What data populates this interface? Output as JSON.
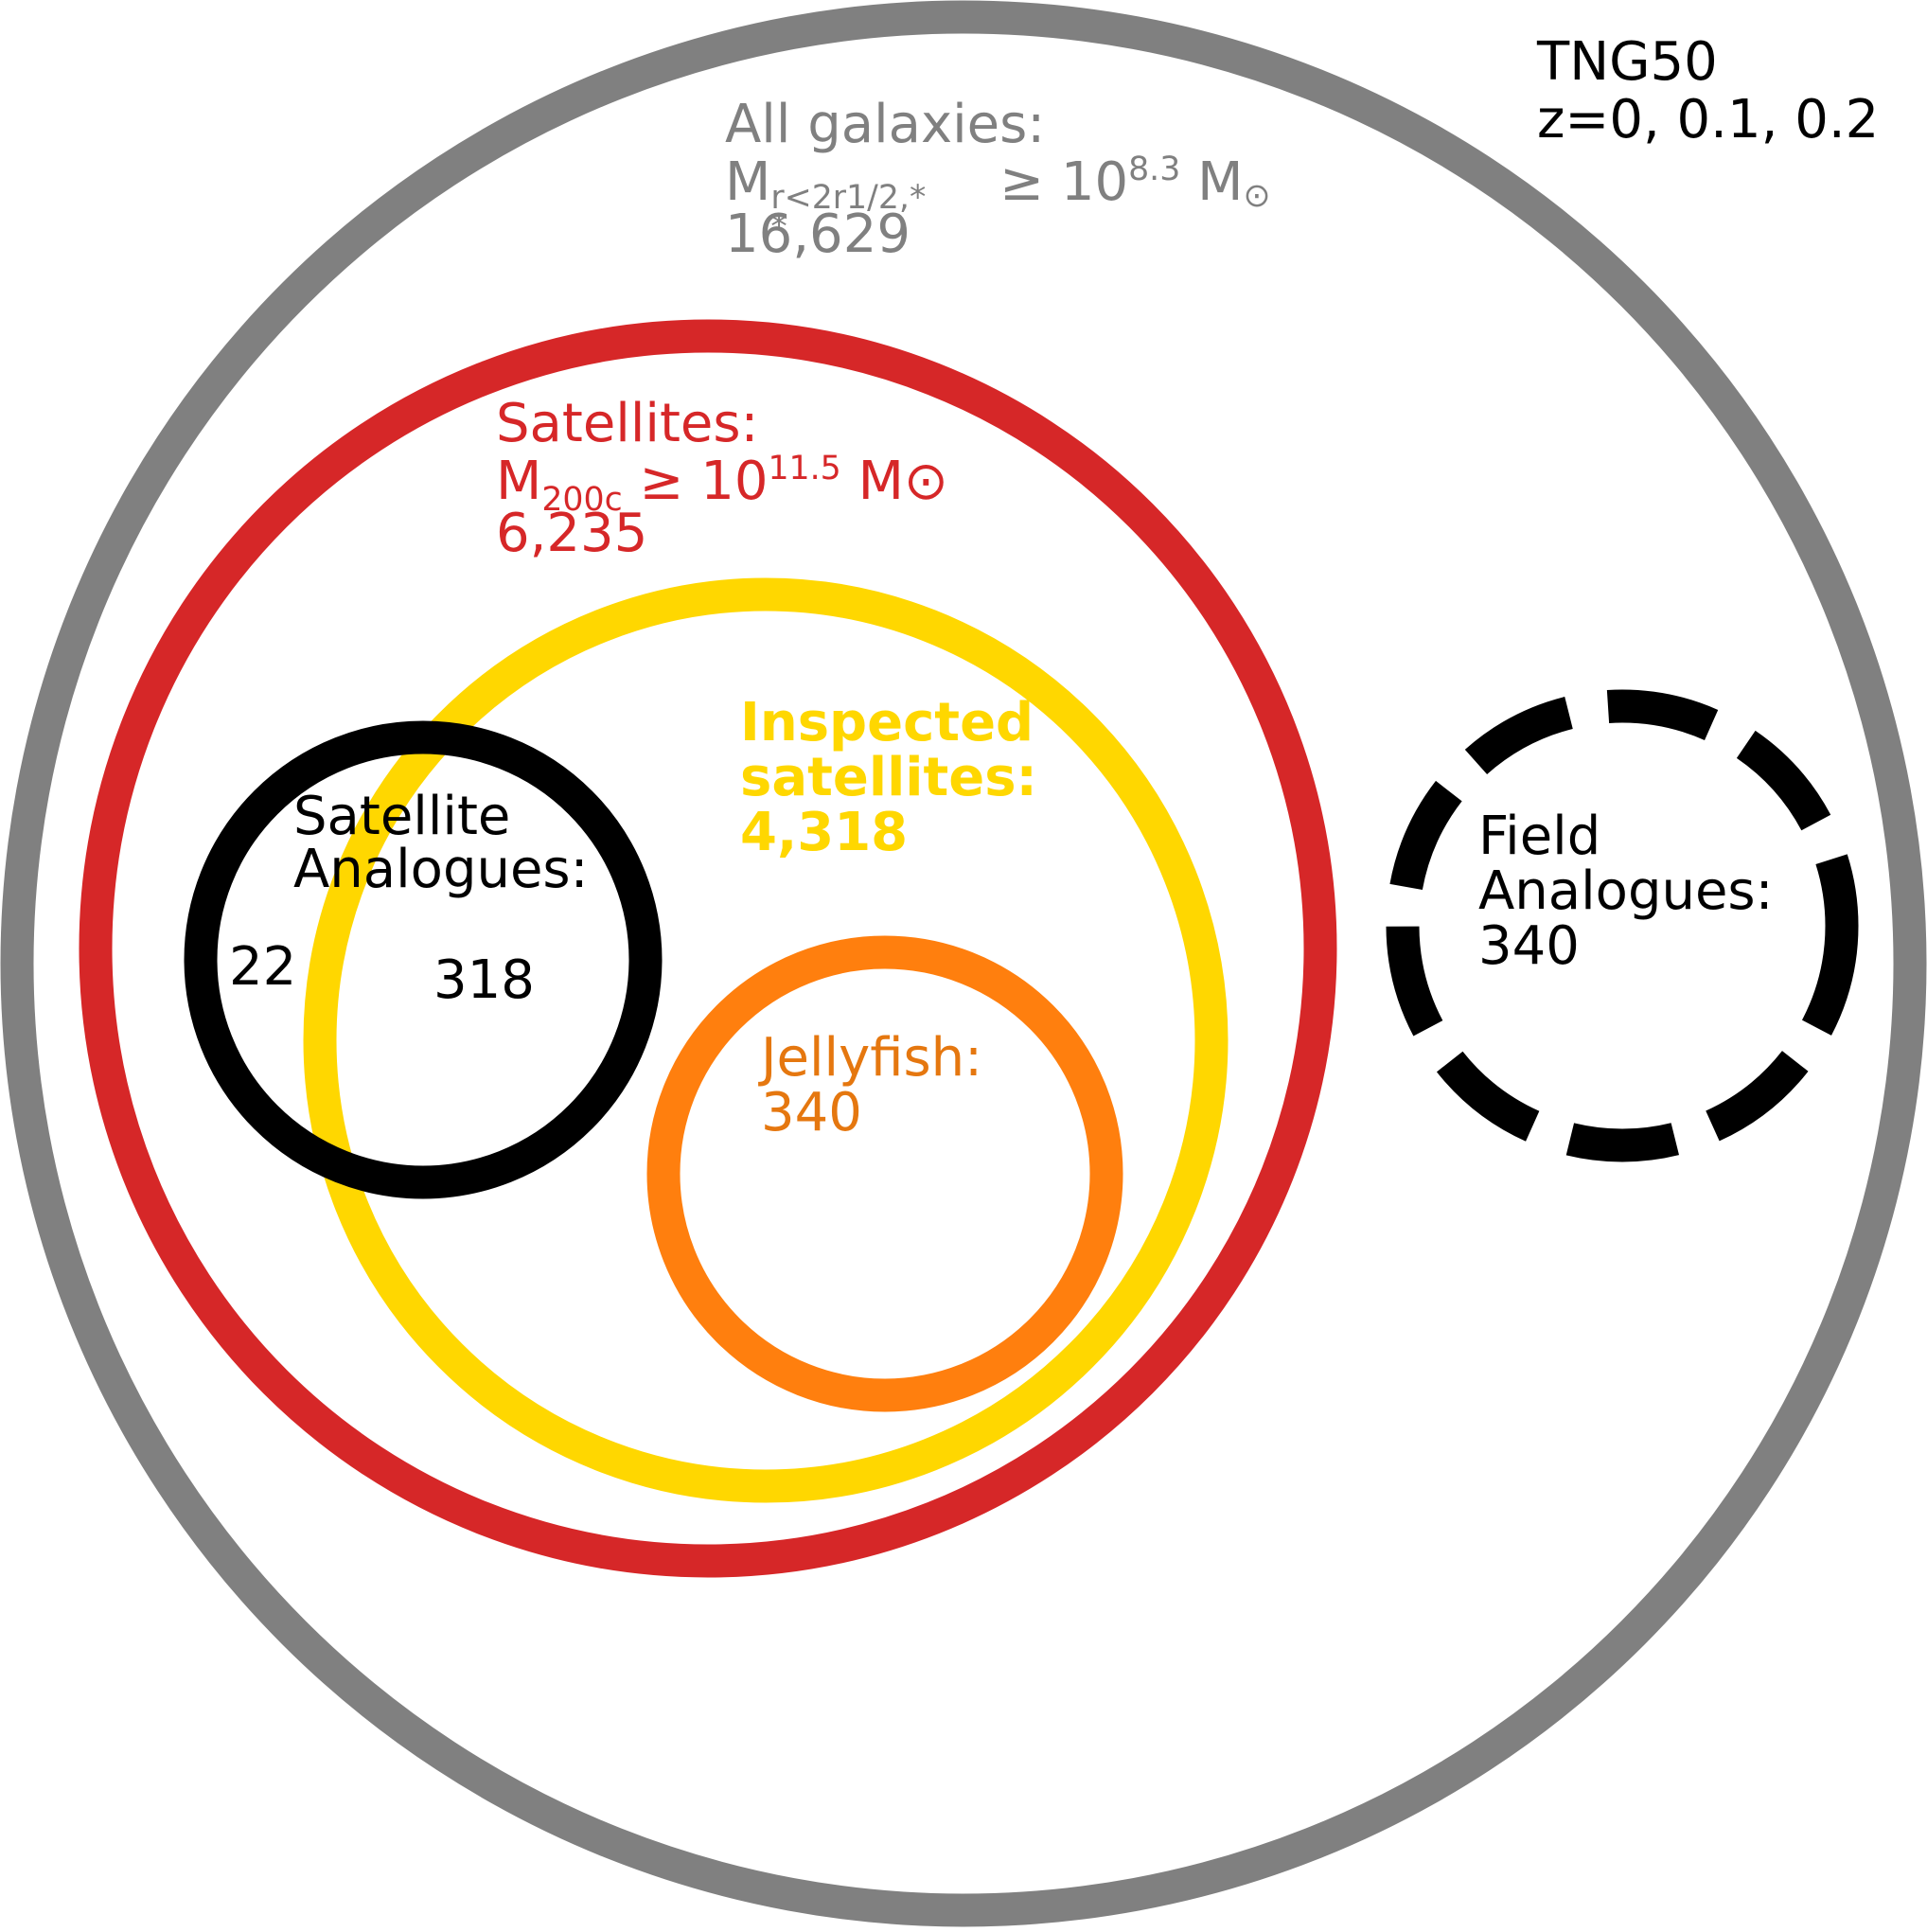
{
  "simulation": {
    "name": "TNG50",
    "redshifts": "z=0, 0.1, 0.2"
  },
  "all_galaxies": {
    "title": "All galaxies:",
    "criterion_base": "M",
    "criterion_sub": "*",
    "criterion_sup": "r<2r1/2,*",
    "criterion_rel": " ≥ 10",
    "criterion_exp": "8.3",
    "criterion_unit": " M",
    "criterion_unit_sub": "⊙",
    "count": "16,629",
    "color": "#808080"
  },
  "satellites": {
    "title": "Satellites:",
    "criterion_base": "M",
    "criterion_sub": "200c",
    "criterion_rel": " ≥ 10",
    "criterion_exp": "11.5",
    "criterion_unit": " M⊙",
    "count": "6,235",
    "color": "#d62728"
  },
  "inspected": {
    "title_line1": "Inspected",
    "title_line2": "satellites:",
    "count": "4,318",
    "color": "#ffd700"
  },
  "jellyfish": {
    "title": "Jellyfish:",
    "count": "340",
    "color": "#ff7f0e"
  },
  "satellite_analogues": {
    "title_line1": "Satellite",
    "title_line2": "Analogues:",
    "outside_inspected_count": "22",
    "inside_inspected_count": "318",
    "color": "#000000"
  },
  "field_analogues": {
    "title_line1": "Field",
    "title_line2": "Analogues:",
    "count": "340",
    "color": "#000000",
    "line_style": "dashed"
  }
}
